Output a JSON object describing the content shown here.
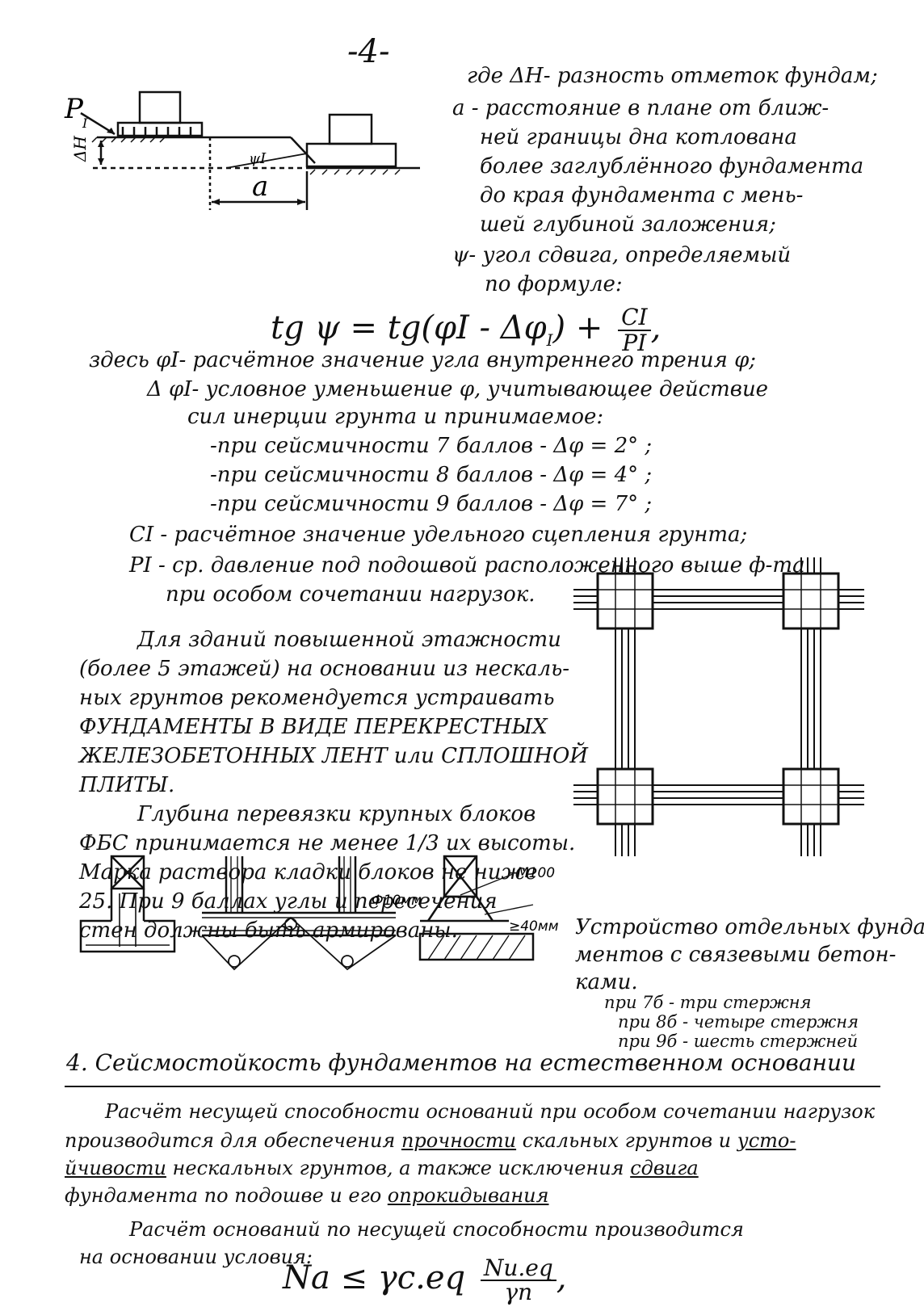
{
  "page_number": "-4-",
  "fig1": {
    "load": "P",
    "load_sub": "I",
    "dh": "ΔH",
    "angle": "ψI",
    "dist": "a"
  },
  "definitions": {
    "dh": "где ΔH- разность отметок фундам;",
    "a1": "а - расстояние в плане от ближ-",
    "a2": "ней границы дна котлована",
    "a3": "более заглублённого фундамента",
    "a4": "до края фундамента с мень-",
    "a5": "шей глубиной заложения;",
    "psi1": "ψ- угол сдвига, определяемый",
    "psi2": "по формуле:"
  },
  "formula1": {
    "lhs": "tg ψ = tg(φI - Δφ",
    "sub": "I",
    "rhs": ") +",
    "num": "CI",
    "den": "PI",
    "tail": ","
  },
  "where": {
    "l1": "здесь φI- расчётное значение угла внутреннего трения φ;",
    "l2": "Δ φI- условное уменьшение φ, учитывающее действие",
    "l3": "сил инерции грунта и принимаемое:",
    "l4": "-при сейсмичности 7 баллов - Δφ = 2° ;",
    "l5": "-при сейсмичности 8 баллов - Δφ = 4° ;",
    "l6": "-при сейсмичности 9 баллов - Δφ = 7° ;",
    "l7": "CI - расчётное значение удельного сцепления грунта;",
    "l8": "PI - ср. давление под подошвой расположенного выше ф-та",
    "l9": "при особом сочетании нагрузок."
  },
  "para1": {
    "l1": "Для зданий повышенной этажности",
    "l2": "(более 5 этажей) на основании из нескаль-",
    "l3": "ных грунтов рекомендуется устраивать",
    "l4": "ФУНДАМЕНТЫ В ВИДЕ ПЕРЕКРЕСТНЫХ",
    "l5": "ЖЕЛЕЗОБЕТОННЫХ ЛЕНТ или СПЛОШНОЙ",
    "l6": "ПЛИТЫ."
  },
  "para2": {
    "l1": "Глубина перевязки крупных блоков",
    "l2": "ФБС принимается не менее 1/3 их высоты.",
    "l3": "Марка раствора кладки блоков не ниже",
    "l4": "25. При 9 баллах углы и пересечения",
    "l5": "стен должны быть армированы."
  },
  "fig3": {
    "caption1": "Устройство отдельных фунда-",
    "caption2": "ментов с связевыми бетон-",
    "caption3": "ками.",
    "m100": "М100",
    "phi10": "Ф10мм",
    "ge40": "≥40мм",
    "r1": "при 7б - три стержня",
    "r2": "при 8б - четыре стержня",
    "r3": "при 9б - шесть стержней"
  },
  "section": {
    "title": "4. Сейсмостойкость фундаментов на естественном основании"
  },
  "para3": {
    "l1a": "Расчёт несущей способности оснований при особом сочетании нагрузок",
    "l2a": "производится для обеспечения ",
    "l2link": "прочности",
    "l2b": " скальных грунтов и ",
    "l2link2": "усто-",
    "l3link": "йчивости",
    "l3b": " нескальных грунтов, а также исключения ",
    "l3link2": "сдвига",
    "l4a": "фундамента по подошве и его ",
    "l4link": "опрокидывания"
  },
  "para4": {
    "l1": "Расчёт оснований по несущей способности производится",
    "l2": "на основании условия:"
  },
  "formula2": {
    "lhs": "Na ≤ γc.eq",
    "num": "Nu.eq",
    "den": "γn",
    "tail": ","
  }
}
